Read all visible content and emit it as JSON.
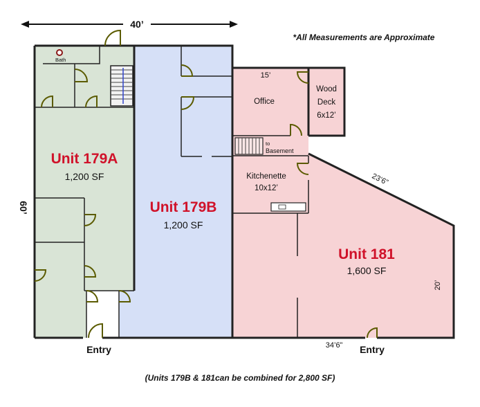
{
  "dimensions": {
    "top_width": "40’",
    "left_height": "60’",
    "unit181_bottom": "34’6”",
    "unit181_right": "20’",
    "unit181_diagonal": "23’6”",
    "office_width": "15’"
  },
  "note": "*All Measurements are Approximate",
  "units": [
    {
      "name": "Unit 179A",
      "area": "1,200 SF",
      "color": "#d9e4d6"
    },
    {
      "name": "Unit 179B",
      "area": "1,200 SF",
      "color": "#d6e0f7"
    },
    {
      "name": "Unit 181",
      "area": "1,600 SF",
      "color": "#f7d3d5"
    }
  ],
  "rooms": {
    "bath": "Bath",
    "office": "Office",
    "deck_line1": "Wood",
    "deck_line2": "Deck",
    "deck_line3": "6x12’",
    "basement_line1": "to",
    "basement_line2": "Basement",
    "kitchen_line1": "Kitchenette",
    "kitchen_line2": "10x12’"
  },
  "entries": {
    "left": "Entry",
    "right": "Entry"
  },
  "footer": "(Units 179B & 181can be combined for 2,800 SF)"
}
